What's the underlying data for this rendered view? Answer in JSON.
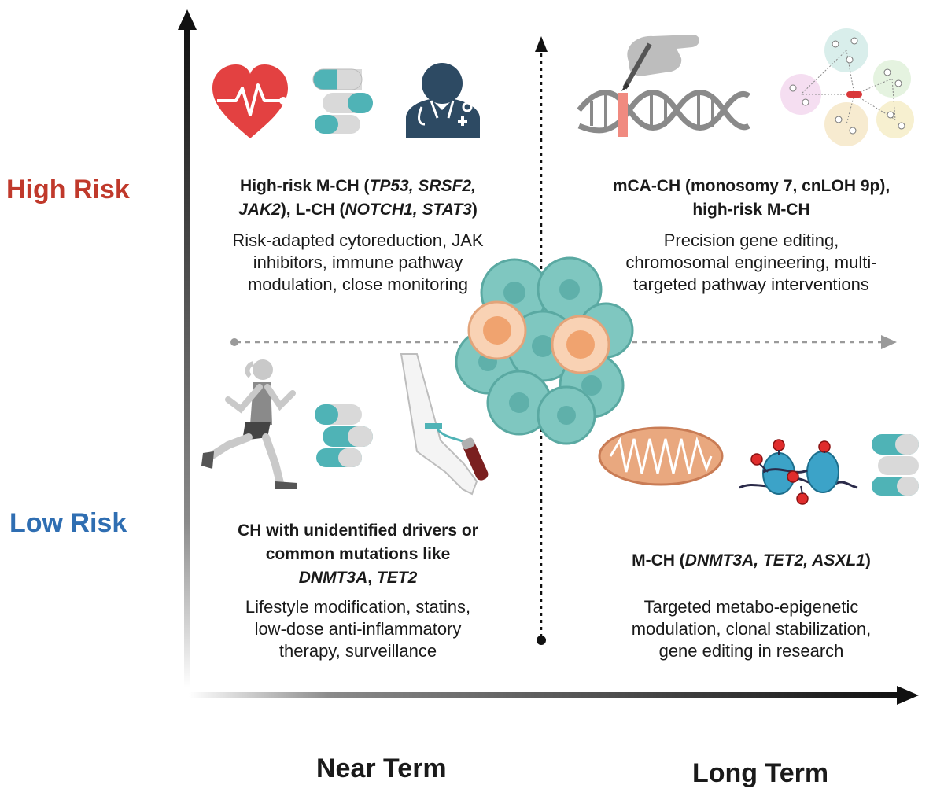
{
  "axes": {
    "y_high": "High Risk",
    "y_low": "Low Risk",
    "x_near": "Near Term",
    "x_long": "Long Term"
  },
  "colors": {
    "high_risk": "#c0392b",
    "low_risk": "#2f6eb2",
    "teal": "#4fb3b6",
    "navy": "#2d4a63",
    "heart": "#e34141",
    "orange": "#f3b38a"
  },
  "quadrants": {
    "high_near": {
      "t1": "High-risk M-CH (",
      "t2": "TP53, SRSF2,",
      "t3": "JAK2",
      "t4": "), L-CH (",
      "t5": "NOTCH1, STAT3",
      "t6": ")",
      "body_1": "Risk-adapted cytoreduction, JAK",
      "body_2": "inhibitors, immune pathway",
      "body_3": "modulation, close monitoring"
    },
    "high_long": {
      "title_1": "mCA-CH (monosomy 7, cnLOH 9p),",
      "title_2": "high-risk M-CH",
      "body_1": "Precision gene editing,",
      "body_2": "chromosomal engineering, multi-",
      "body_3": "targeted pathway interventions"
    },
    "low_near": {
      "title_1": "CH with unidentified drivers or",
      "title_2": "common mutations like",
      "g1": "DNMT3A",
      "g2": ", ",
      "g3": "TET2",
      "body_1": "Lifestyle modification, statins,",
      "body_2": "low-dose anti-inflammatory",
      "body_3": "therapy, surveillance"
    },
    "low_long": {
      "t1": "M-CH (",
      "t2": "DNMT3A, TET2, ASXL1",
      "t3": ")",
      "body_1": "Targeted metabo-epigenetic",
      "body_2": "modulation, clonal stabilization,",
      "body_3": "gene editing in research"
    }
  },
  "icons": [
    "heart-ecg-icon",
    "pills-icon",
    "doctor-icon",
    "gene-editing-icon",
    "network-icon",
    "cell-cluster-icon",
    "runner-icon",
    "blood-draw-icon",
    "mitochondria-icon",
    "nucleosome-icon"
  ]
}
